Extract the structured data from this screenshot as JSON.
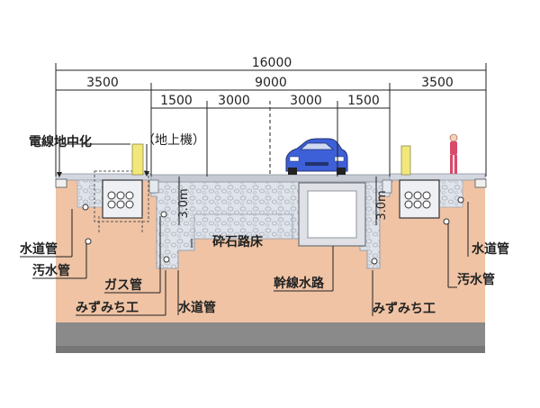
{
  "dimensions": {
    "total": "16000",
    "center": "9000",
    "left_sidewalk": "3500",
    "right_sidewalk": "3500",
    "left_inner": "1500",
    "right_inner": "1500",
    "lane_left": "3000",
    "lane_right": "3000",
    "depth_left": "3.0m",
    "depth_right": "3.0m"
  },
  "labels": {
    "cable_burial": "電線地中化",
    "ground_unit": "（地上機）",
    "gravel_bed": "砕石路床",
    "trunk_channel": "幹線水路",
    "water_pipe_left": "水道管",
    "sewer_left": "汚水管",
    "gas_pipe": "ガス管",
    "mizumichi_left": "みずみち工",
    "water_pipe_center": "水道管",
    "water_pipe_right": "水道管",
    "sewer_right": "汚水管",
    "mizumichi_right": "みずみち工"
  },
  "colors": {
    "soil": "#efc3a4",
    "subsoil": "#e5b091",
    "bedrock": "#8a8a8a",
    "gravel": "#d9dde6",
    "road_edge": "#b8bec9",
    "dimension_line": "#222222",
    "car_body": "#3d5fd8",
    "person": "#d84a6a",
    "utility_pole": "#f2e77a"
  },
  "icons": {
    "car": "car-icon",
    "person": "person-icon",
    "ground_unit": "ground-equipment-icon",
    "cable_box": "cable-box-icon"
  }
}
